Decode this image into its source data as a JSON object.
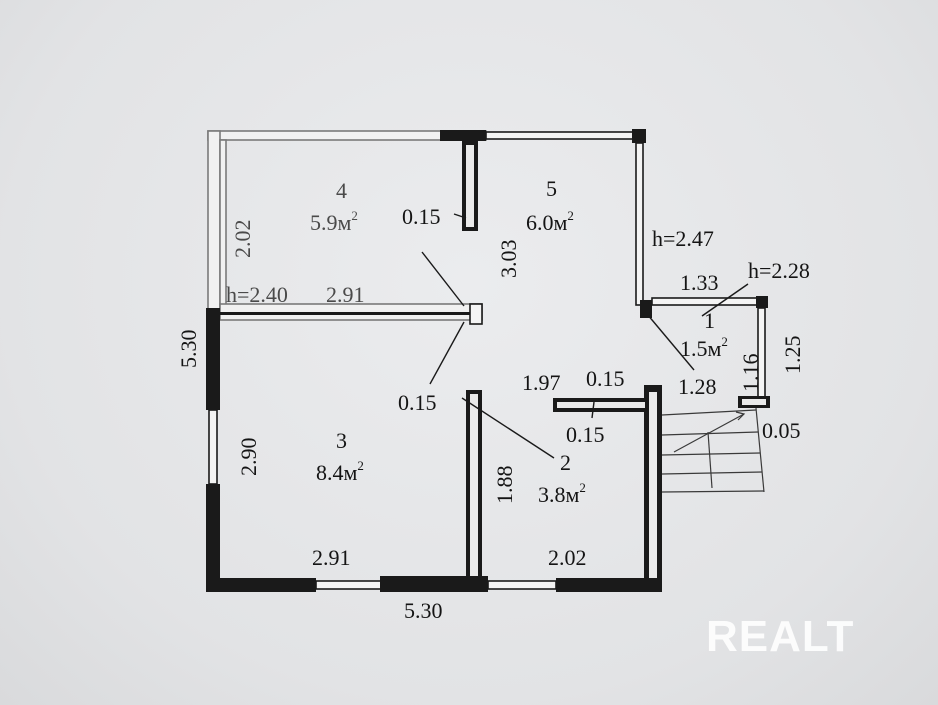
{
  "labels": {
    "room4_num": "4",
    "room4_area": "5.9м",
    "room5_num": "5",
    "room5_area": "6.0м",
    "room3_num": "3",
    "room3_area": "8.4м",
    "room2_num": "2",
    "room2_area": "3.8м",
    "room1_num": "1",
    "room1_area": "1.5м",
    "sq": "2",
    "dim_left_530": "5.30",
    "dim_bottom_530": "5.30",
    "dim_202_left": "2.02",
    "dim_h240": "h=2.40",
    "dim_291_top": "2.91",
    "dim_015_a": "0.15",
    "dim_303": "3.03",
    "dim_h247": "h=2.47",
    "dim_133": "1.33",
    "dim_h228": "h=2.28",
    "dim_125": "1.25",
    "dim_116": "1.16",
    "dim_128": "1.28",
    "dim_015_b": "0.15",
    "dim_197": "1.97",
    "dim_015_c": "0.15",
    "dim_015_d": "0.15",
    "dim_005": "0.05",
    "dim_290": "2.90",
    "dim_188": "1.88",
    "dim_291_bottom": "2.91",
    "dim_202_bottom": "2.02"
  },
  "watermark": "REALT",
  "colors": {
    "line": "#1a1a1a",
    "paper": "#e6e7e9",
    "watermark": "#ffffff"
  }
}
